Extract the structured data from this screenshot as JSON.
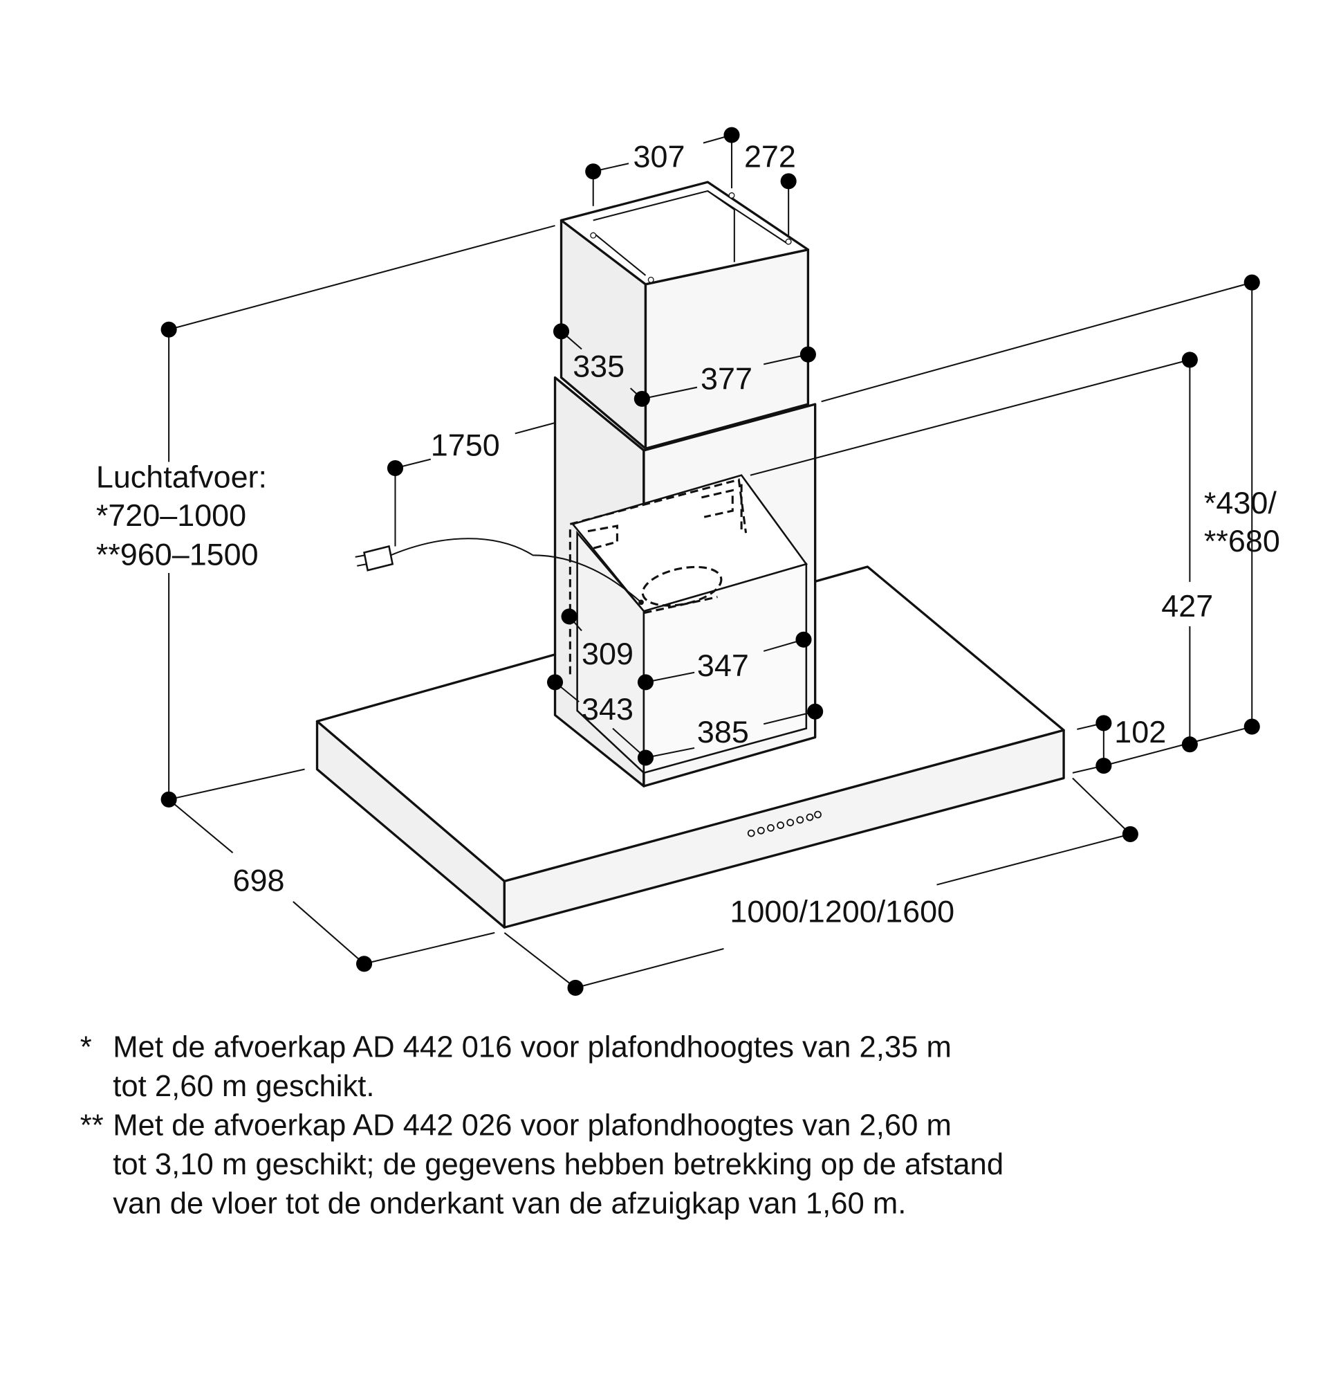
{
  "diagram": {
    "title_label": "Luchtafvoer:",
    "exhaust_range_1": "*720–1000",
    "exhaust_range_2": "**960–1500",
    "dims": {
      "top_width": "307",
      "top_depth": "272",
      "upper_chimney_depth": "335",
      "upper_chimney_width": "377",
      "cable_length": "1750",
      "lower_inner_depth": "309",
      "lower_inner_width": "347",
      "lower_outer_depth": "343",
      "lower_outer_width": "385",
      "chimney_height_1": "*430/",
      "chimney_height_2": "**680",
      "lower_height": "427",
      "canopy_height": "102",
      "canopy_depth": "698",
      "canopy_width": "1000/1200/1600"
    }
  },
  "footnotes": [
    {
      "marker": "*",
      "lines": [
        "Met de afvoerkap AD 442 016 voor plafondhoogtes van 2,35 m",
        "tot 2,60 m geschikt."
      ]
    },
    {
      "marker": "**",
      "lines": [
        "Met de afvoerkap AD 442 026 voor plafondhoogtes van 2,60 m",
        "tot 3,10 m geschikt; de gegevens hebben betrekking op de afstand",
        "van de vloer tot de onderkant van de afzuigkap van 1,60 m."
      ]
    }
  ]
}
